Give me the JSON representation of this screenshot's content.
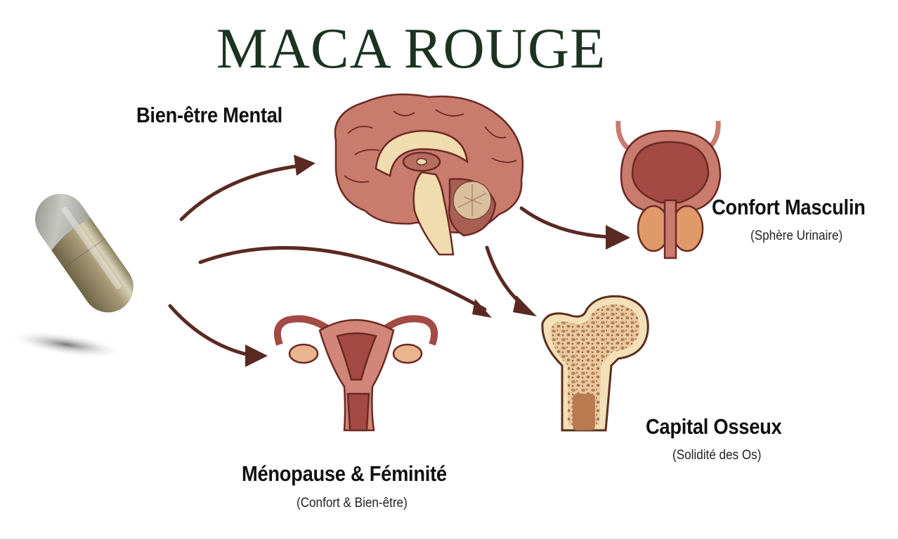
{
  "title": "MACA ROUGE",
  "colors": {
    "title": "#1c3320",
    "arrow": "#5a2a22",
    "organ_fill": "#c97b6e",
    "organ_dark": "#a24a43",
    "organ_outline": "#6b2a24",
    "cream": "#f1dcb0",
    "bone_fill": "#e8c9a0",
    "capsule_powder": "#a89a78"
  },
  "source": {
    "label": "capsule",
    "icon": "capsule-icon"
  },
  "benefits": [
    {
      "title": "Bien-être Mental",
      "subtitle": "",
      "icon": "brain-icon"
    },
    {
      "title": "Confort Masculin",
      "subtitle": "(Sphère Urinaire)",
      "icon": "prostate-bladder-icon"
    },
    {
      "title": "Capital Osseux",
      "subtitle": "(Solidité des Os)",
      "icon": "femur-bone-icon"
    },
    {
      "title": "Ménopause & Féminité",
      "subtitle": "(Confort & Bien-être)",
      "icon": "uterus-icon"
    }
  ],
  "arrows": [
    {
      "from": "capsule",
      "to": "Bien-être Mental"
    },
    {
      "from": "capsule",
      "to": "Capital Osseux"
    },
    {
      "from": "capsule",
      "to": "Ménopause & Féminité"
    },
    {
      "from": "brain",
      "to": "Confort Masculin"
    },
    {
      "from": "brain",
      "to": "Capital Osseux"
    }
  ]
}
